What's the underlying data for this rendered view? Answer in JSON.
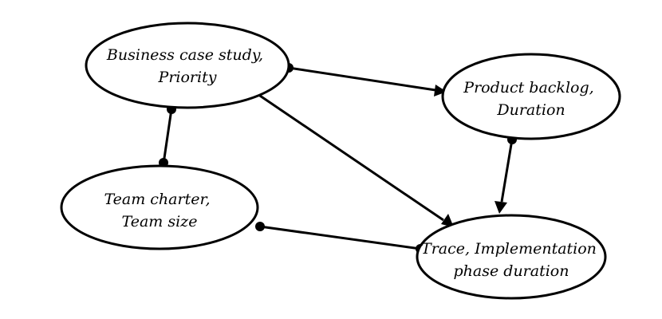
{
  "diagram": {
    "nodes": [
      {
        "id": "business",
        "lines": [
          "Business case study,",
          "Priority"
        ]
      },
      {
        "id": "backlog",
        "lines": [
          "Product  backlog,",
          "Duration"
        ]
      },
      {
        "id": "team",
        "lines": [
          "Team charter,",
          "Team size"
        ]
      },
      {
        "id": "trace",
        "lines": [
          "Trace, Implementation",
          "phase duration"
        ]
      }
    ],
    "edges": [
      {
        "from": "business",
        "to": "backlog",
        "tail": "dot",
        "head": "arrow"
      },
      {
        "from": "business",
        "to": "team",
        "tail": "dot",
        "head": "dot"
      },
      {
        "from": "business",
        "to": "trace",
        "tail": "none",
        "head": "arrow"
      },
      {
        "from": "backlog",
        "to": "trace",
        "tail": "dot",
        "head": "arrow"
      },
      {
        "from": "team",
        "to": "trace",
        "tail": "dot",
        "head": "dot"
      }
    ]
  }
}
